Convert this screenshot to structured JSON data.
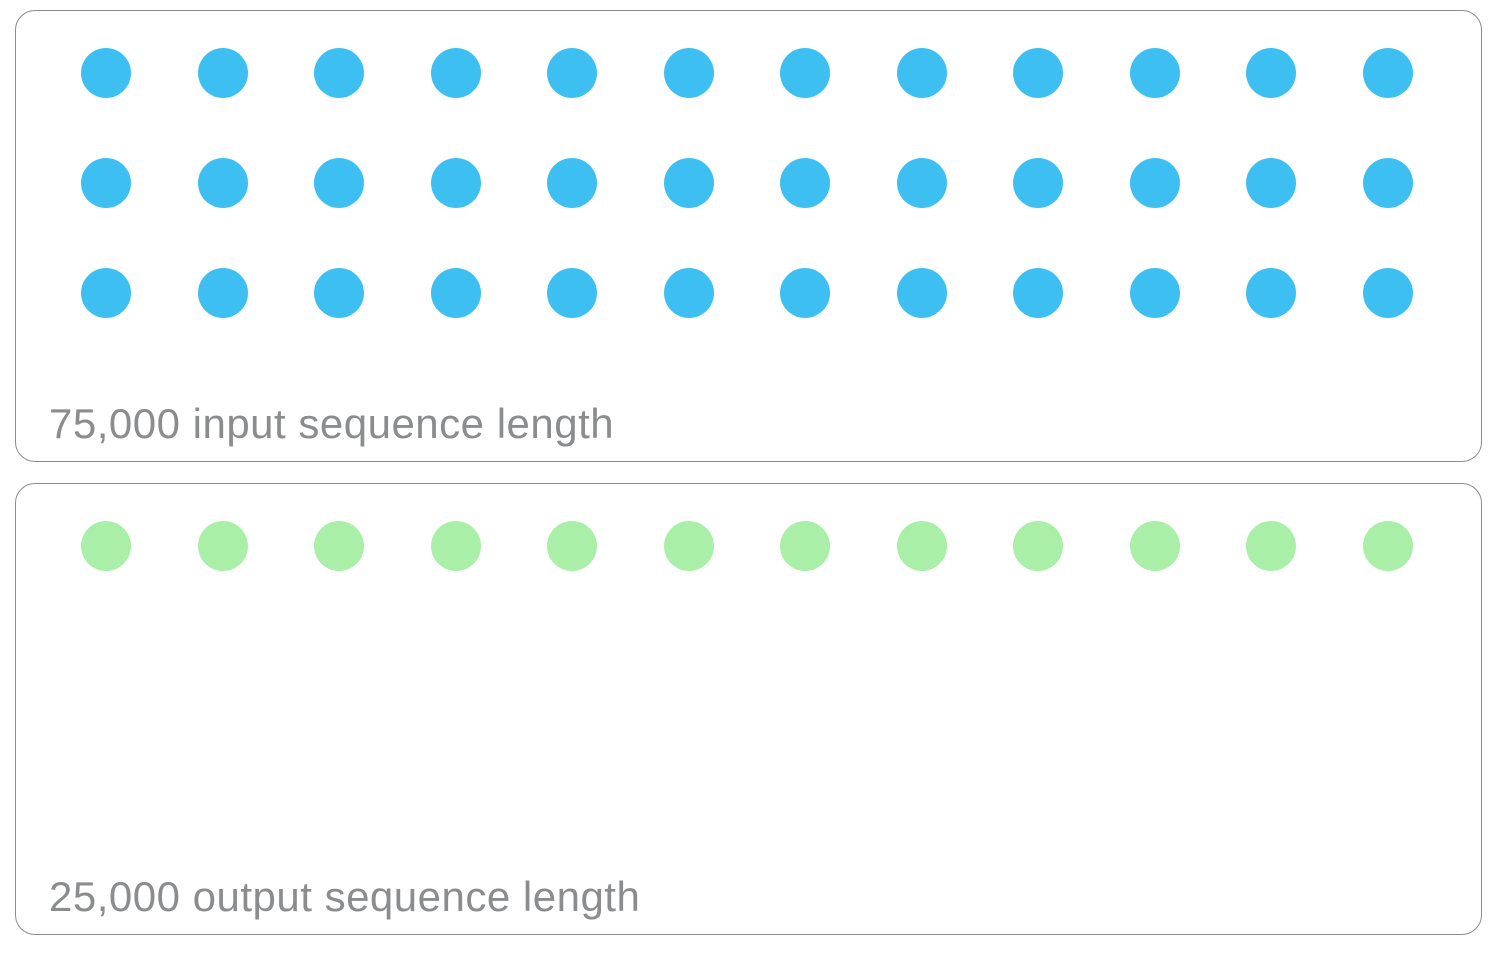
{
  "figure": {
    "background": "#ffffff",
    "panel_border_color": "#8c8c8c",
    "label_text_color": "#8a8c8e",
    "panels": [
      {
        "label": "75,000 input sequence length",
        "rows": 3,
        "dots_per_row": 12,
        "dot_count": 36,
        "dot_color": "#3DC0F1"
      },
      {
        "label": "25,000 output sequence length",
        "rows": 1,
        "dots_per_row": 12,
        "dot_count": 12,
        "dot_color": "#A9EFA7"
      }
    ]
  }
}
